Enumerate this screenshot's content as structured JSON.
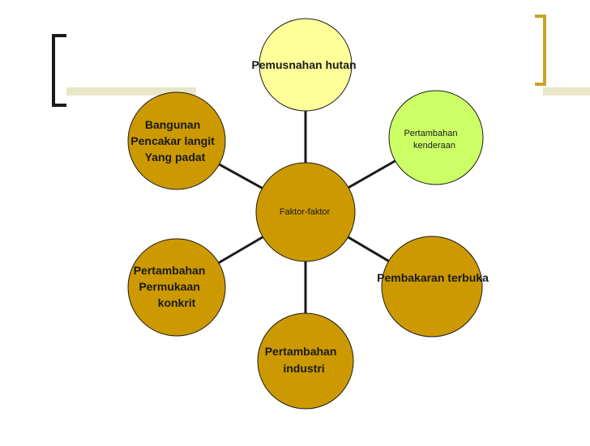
{
  "colors": {
    "node_gold": "#CC9900",
    "node_yellow": "#FFFF99",
    "node_green": "#CCFF66",
    "connector": "#1a1a1a",
    "bracket_dark": "#1a1a1a",
    "bracket_gold": "#C9A227",
    "stripe_light": "#E8E6C8"
  },
  "diagram": {
    "center": {
      "lines": [
        "Faktor-faktor"
      ]
    },
    "nodes": {
      "top": {
        "lines": [
          "Pemusnahan hutan"
        ]
      },
      "top_right": {
        "lines": [
          "Pertambahan",
          "kenderaan"
        ]
      },
      "bottom_right": {
        "lines": [
          "Pembakaran terbuka"
        ]
      },
      "bottom": {
        "lines": [
          "Pertambahan",
          "industri"
        ]
      },
      "bottom_left": {
        "lines": [
          "Pertambahan",
          "Permukaan",
          "konkrit"
        ]
      },
      "top_left": {
        "lines": [
          "Bangunan",
          "Pencakar langit",
          "Yang padat"
        ]
      }
    }
  }
}
